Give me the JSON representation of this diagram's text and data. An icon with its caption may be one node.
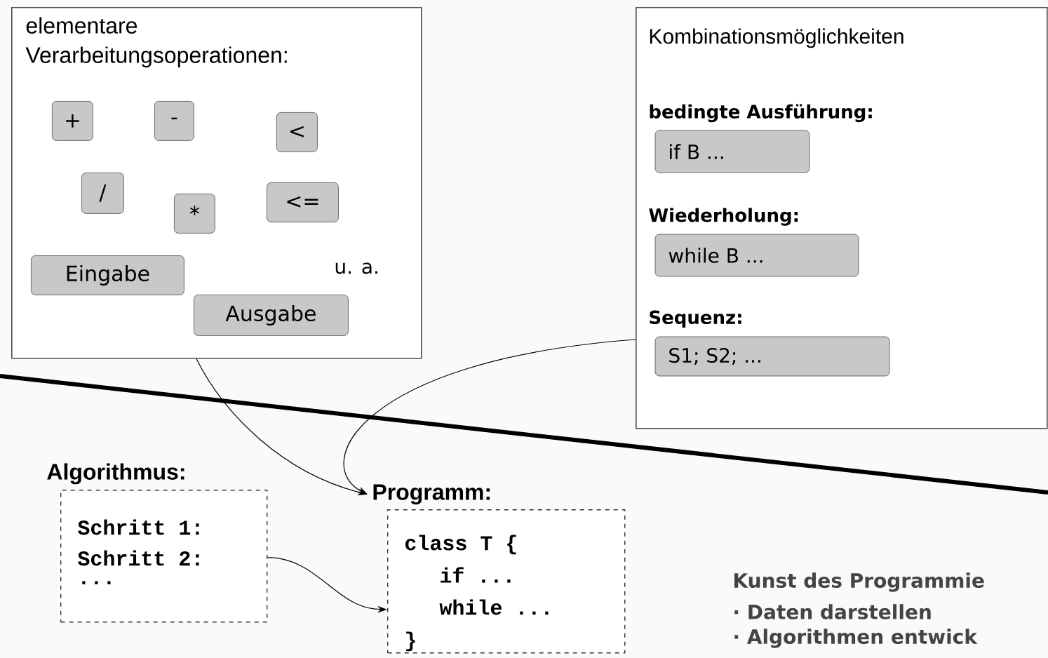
{
  "diagram": {
    "nodes": [
      {
        "text": [
          "elementare Verarbeitungsoperationen:",
          "u. a."
        ]
      },
      {
        "text": [
          "+"
        ],
        "in": 0
      },
      {
        "text": [
          "-"
        ],
        "in": 0
      },
      {
        "text": [
          "<"
        ],
        "in": 0
      },
      {
        "text": [
          "/"
        ],
        "in": 0
      },
      {
        "text": [
          "*"
        ],
        "in": 0
      },
      {
        "text": [
          "<="
        ],
        "in": 0
      },
      {
        "text": [
          "Eingabe"
        ],
        "in": 0
      },
      {
        "text": [
          "Ausgabe"
        ],
        "in": 0
      },
      {
        "text": [
          "Kombinationsmöglichkeiten"
        ]
      },
      {
        "text": [
          "bedingte Ausführung:",
          "if B ..."
        ],
        "in": 9
      },
      {
        "text": [
          "Wiederholung:",
          "while B ..."
        ],
        "in": 9
      },
      {
        "text": [
          "Sequenz:",
          "S1; S2; ..."
        ],
        "in": 9
      },
      {
        "text": [
          "Algorithmus:",
          "Schritt 1:",
          "Schritt 2:",
          "..."
        ]
      },
      {
        "text": [
          "Programm:",
          "class T {",
          "if ...",
          "while ...",
          "}"
        ]
      }
    ],
    "edges": [
      {
        "from": 0,
        "to": 14,
        "arrow": "to"
      },
      {
        "from": 9,
        "to": 14,
        "arrow": "to"
      },
      {
        "from": 13,
        "to": 14,
        "arrow": "to"
      }
    ],
    "labels": [
      "Kunst des Programmie",
      "· Daten darstellen",
      "· Algorithmen entwick"
    ]
  }
}
